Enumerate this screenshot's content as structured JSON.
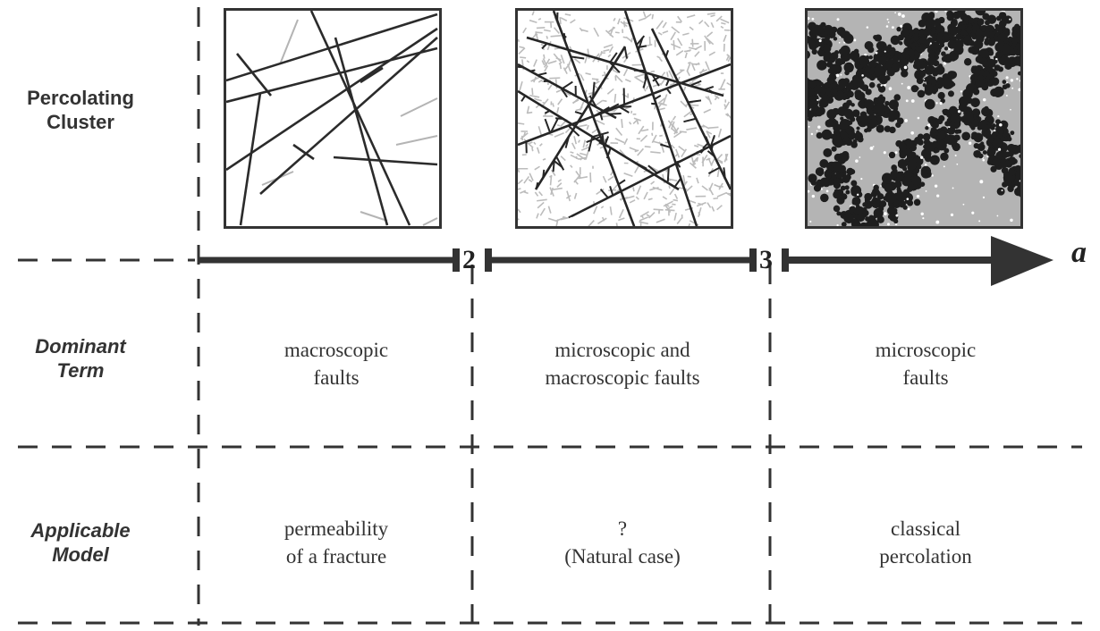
{
  "row_labels": {
    "percolating_cluster": [
      "Percolating",
      "Cluster"
    ],
    "dominant_term": [
      "Dominant",
      "Term"
    ],
    "applicable_model": [
      "Applicable",
      "Model"
    ]
  },
  "axis": {
    "variable": "a",
    "ticks": [
      "2",
      "3"
    ]
  },
  "regimes": [
    {
      "dominant_term": [
        "macroscopic",
        "faults"
      ],
      "applicable_model": [
        "permeability",
        "of a fracture"
      ]
    },
    {
      "dominant_term": [
        "microscopic and",
        "macroscopic faults"
      ],
      "applicable_model": [
        "?",
        "(Natural case)"
      ]
    },
    {
      "dominant_term": [
        "microscopic",
        "faults"
      ],
      "applicable_model": [
        "classical",
        "percolation"
      ]
    }
  ],
  "colors": {
    "ink": "#333333",
    "light_fault": "#b4b4b4",
    "dark_cluster": "#1e1e1e"
  }
}
